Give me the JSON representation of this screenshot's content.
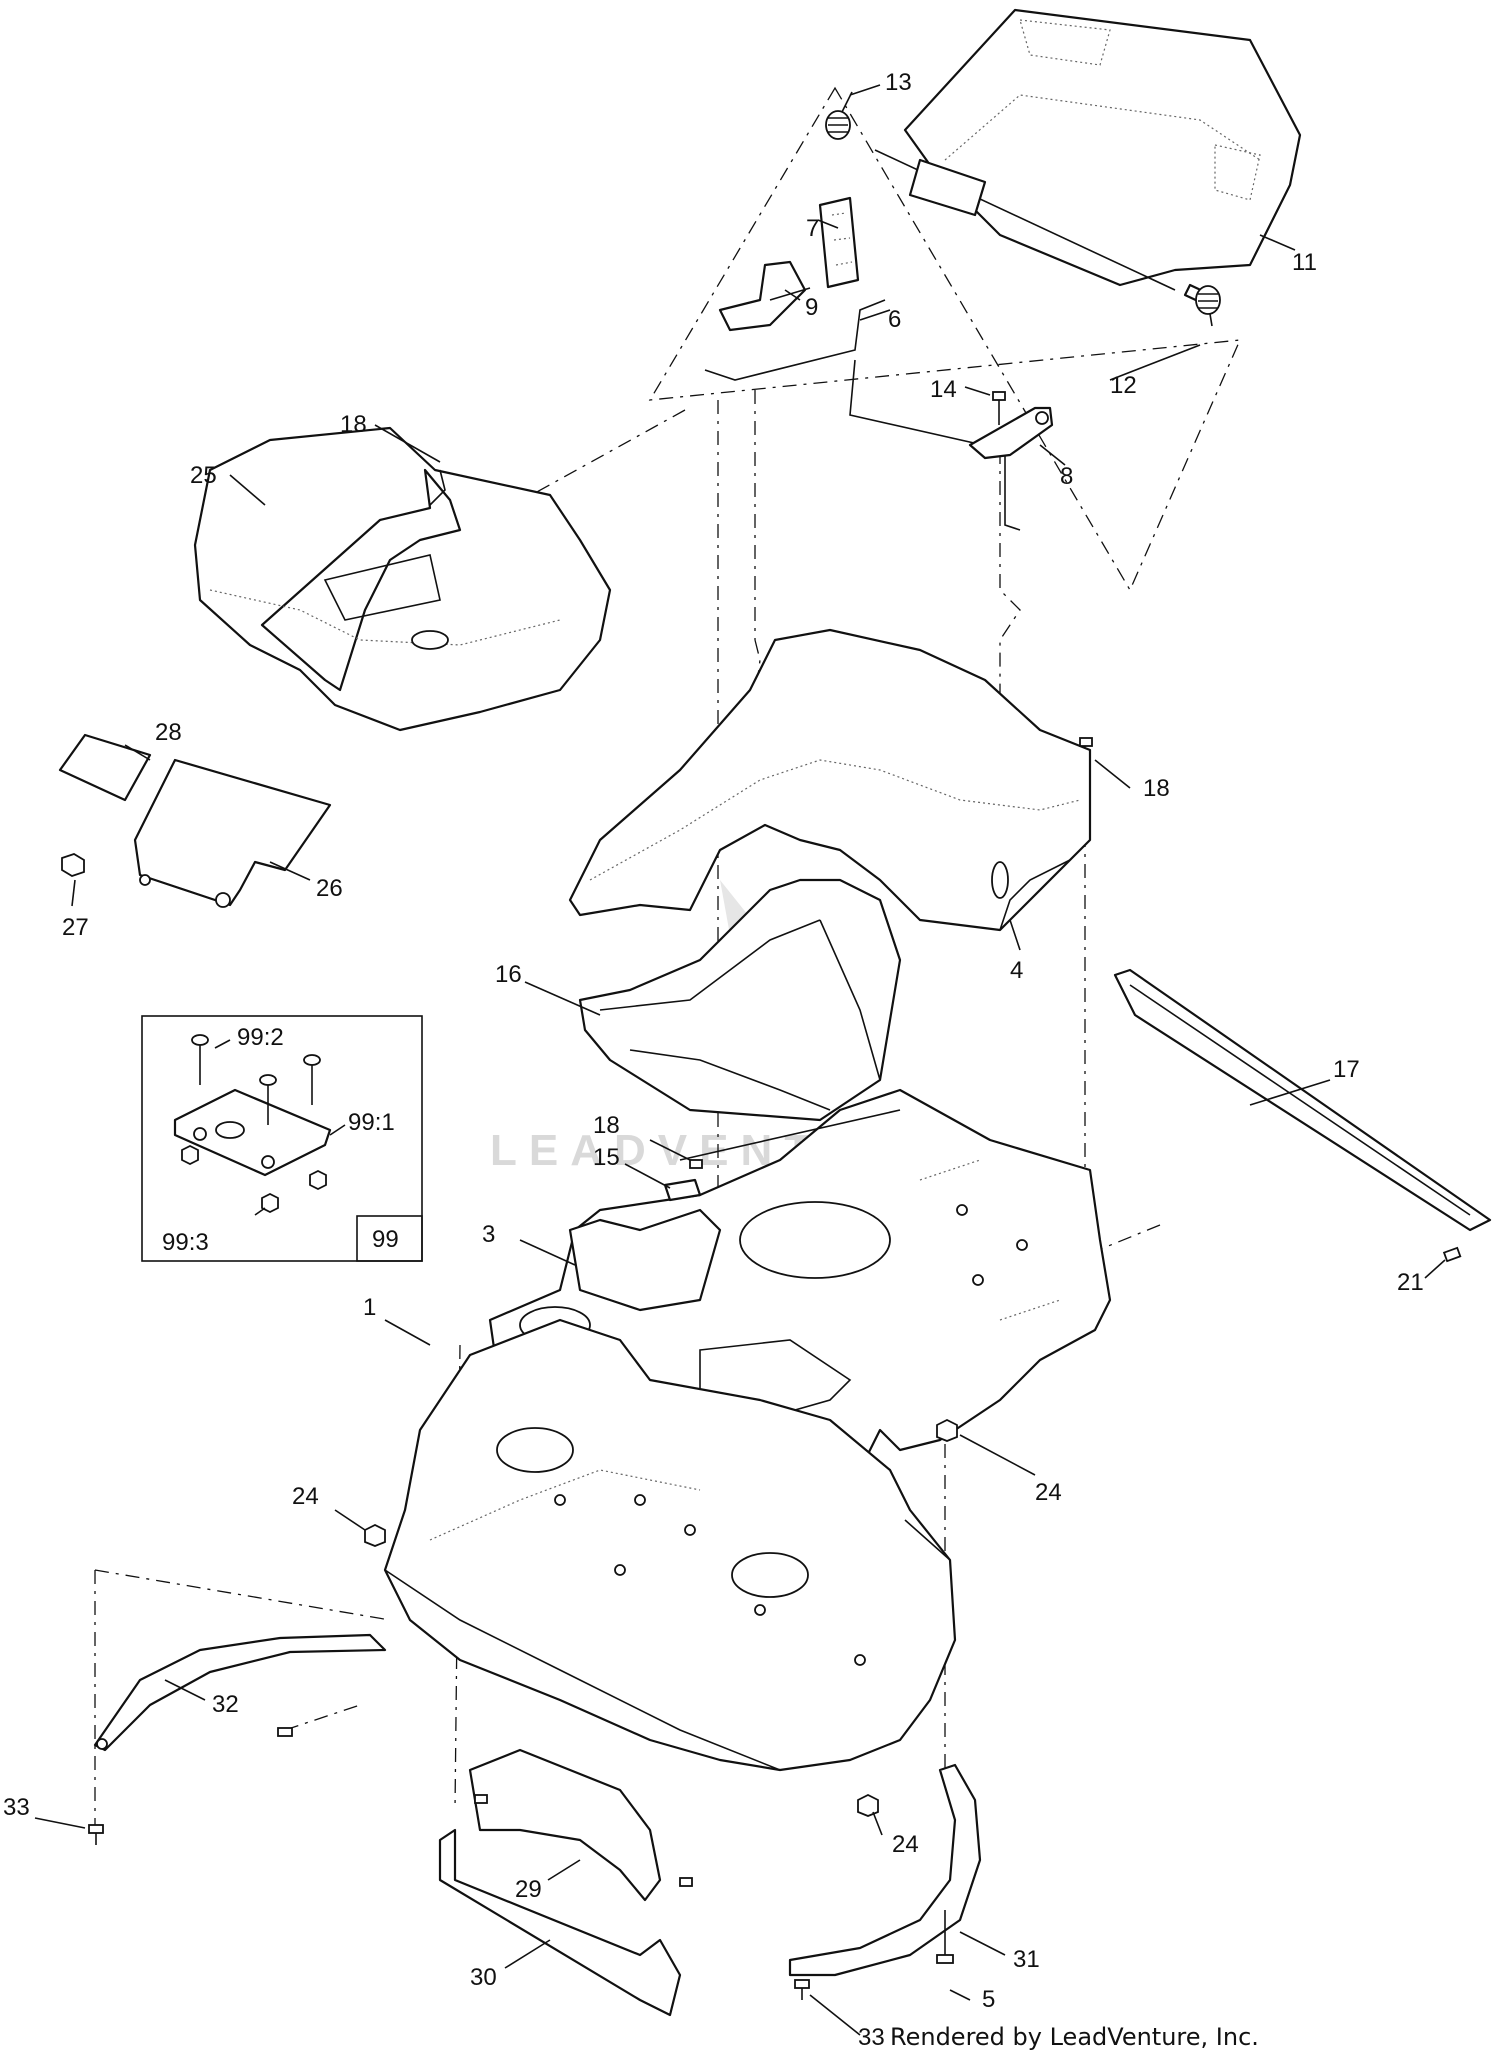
{
  "diagram": {
    "callouts": {
      "c1": "1",
      "c3": "3",
      "c4": "4",
      "c5": "5",
      "c6": "6",
      "c7": "7",
      "c8": "8",
      "c9": "9",
      "c11": "11",
      "c12": "12",
      "c13": "13",
      "c14": "14",
      "c15": "15",
      "c16": "16",
      "c17": "17",
      "c18a": "18",
      "c18b": "18",
      "c18c": "18",
      "c21": "21",
      "c24a": "24",
      "c24b": "24",
      "c24c": "24",
      "c25": "25",
      "c26": "26",
      "c27": "27",
      "c28": "28",
      "c29": "29",
      "c30": "30",
      "c31": "31",
      "c32": "32",
      "c33a": "33",
      "c33b": "33"
    },
    "kit_box": {
      "label": "99",
      "items": {
        "k1": "99:1",
        "k2": "99:2",
        "k3": "99:3"
      }
    },
    "watermark": "LEADVENTURE",
    "credit": "Rendered by LeadVenture, Inc."
  }
}
